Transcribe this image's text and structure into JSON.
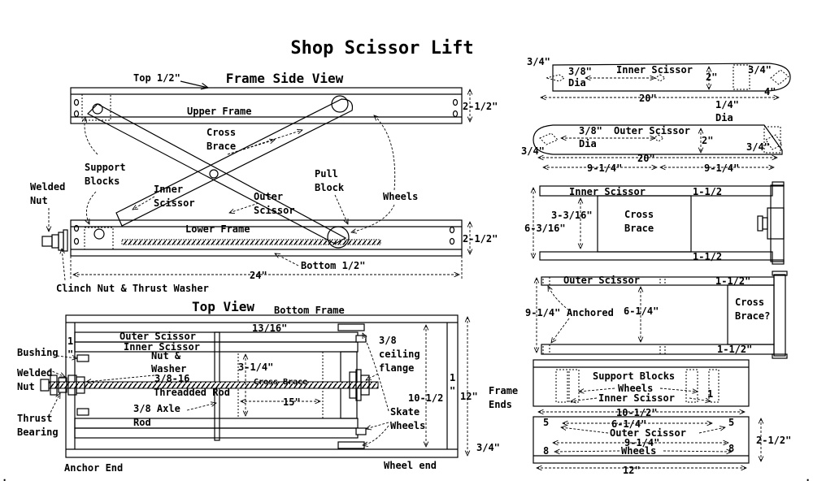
{
  "title": "Shop Scissor Lift",
  "side_view": {
    "heading": "Frame Side View",
    "labels": {
      "top_half": "Top 1/2\"",
      "upper_frame": "Upper Frame",
      "cross_brace": "Cross\nBrace",
      "support_blocks": "Support\nBlocks",
      "welded_nut": "Welded\nNut",
      "inner_scissor": "Inner\nScissor",
      "outer_scissor": "Outer\nScissor",
      "pull_block": "Pull\nBlock",
      "wheels": "Wheels",
      "lower_frame": "Lower Frame",
      "bottom_half": "Bottom 1/2\"",
      "clinch": "Clinch Nut & Thrust Washer",
      "dim_24": "24\"",
      "dim_upper": "2-1/2\"",
      "dim_lower": "2-1/2\""
    }
  },
  "top_view": {
    "heading": "Top View",
    "subheading": "Bottom Frame",
    "labels": {
      "outer_scissor": "Outer Scissor",
      "inner_scissor": "Inner Scissor",
      "dim_13_16": "13/16\"",
      "nut_washer": "Nut &\nWasher",
      "rod_3_8_16": "3/8-16",
      "threaded_rod": "Threadded Rod",
      "dim_3_1_4": "3-1/4\"",
      "cross_brace": "Cross Brace",
      "dim_15": "15\"",
      "axle": "3/8 Axle",
      "rod": "Rod",
      "bushing": "Bushing",
      "welded_nut": "Welded\nNut",
      "thrust_bearing": "Thrust\nBearing",
      "ceiling_flange": "3/8\nceiling\nflange",
      "skate_wheels": "Skate\nWheels",
      "dim_10_1_2": "10-1/2",
      "dim_12": "12\"",
      "dim_1": "1",
      "dim_1b": "1",
      "dim_quote": "\"",
      "dim_3_4": "3/4\"",
      "frame_ends": "Frame\nEnds",
      "anchor_end": "Anchor End",
      "wheel_end": "Wheel end"
    }
  },
  "inner_scissor_detail": {
    "label": "Inner Scissor",
    "dia_left": "3/8\"\nDia",
    "dim_3_4a": "3/4\"",
    "dim_3_4b": "3/4\"",
    "dim_4": "4\"",
    "dim_2": "2\"",
    "dim_20": "20\"",
    "dia_right": "1/4\"\nDia"
  },
  "outer_scissor_detail": {
    "label": "Outer Scissor",
    "dia_left": "3/8\"\nDia",
    "dim_3_4a": "3/4\"",
    "dim_3_4b": "3/4\"",
    "dim_2": "2\"",
    "dim_20": "20\"",
    "dim_9_1_4a": "9-1/4\"",
    "dim_9_1_4b": "9-1/4\""
  },
  "inner_assembly": {
    "label": "Inner Scissor",
    "dim_top": "1-1/2",
    "dim_bottom": "1-1/2",
    "cross_brace": "Cross\nBrace",
    "dim_3_3_16": "3-3/16\"",
    "dim_6_3_16": "6-3/16\""
  },
  "outer_assembly": {
    "label": "Outer Scissor",
    "dim_top": "1-1/2\"",
    "dim_bottom": "1-1/2\"",
    "cross_brace": "Cross\nBrace?",
    "dim_9_1_4": "9-1/4\"",
    "anchored": "Anchored",
    "dim_6_1_4": "6-1/4\""
  },
  "frame_ends_detail": {
    "support_blocks": "Support Blocks",
    "wheels": "Wheels",
    "inner_scissor": "Inner Scissor",
    "dim_10_1_2": "10-1/2\"",
    "dim_6_1_4": "6-1/4\"",
    "outer_scissor": "Outer Scissor",
    "dim_9_1_4": "9-1/4\"",
    "wheels2": "Wheels",
    "dim_12": "12\"",
    "dim_2_1_2": "2-1/2\"",
    "dim_1": "1",
    "dim_5a": "5",
    "dim_5b": "5",
    "dim_8a": "8",
    "dim_8b": "8"
  }
}
